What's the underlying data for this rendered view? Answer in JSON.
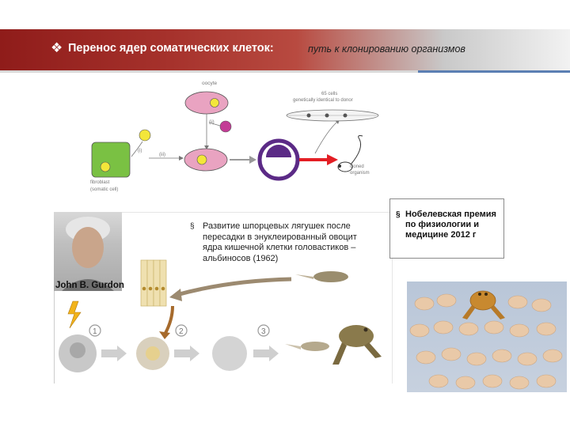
{
  "title": {
    "bullet_icon": "diamond-bullet-icon",
    "main": "Перенос ядер соматических клеток:",
    "sub": "путь к клонированию организмов"
  },
  "diagram": {
    "oocyte_label": "oocyte",
    "cells_label_1": "65 cells",
    "cells_label_2": "genetically identical to donor",
    "step_ii": "(ii)",
    "step_i": "(i)",
    "step_iii": "(iii)",
    "fibroblast_1": "fibroblast",
    "fibroblast_2": "(somatic cell)",
    "cloned_1": "cloned",
    "cloned_2": "organism"
  },
  "gurdon": {
    "photo_label": "John B. Gurdon",
    "bullet": "§",
    "text": "Развитие шпорцевых лягушек после пересадки в энуклеированный овоцит ядра кишечной клетки головастиков –альбиносов (1962)",
    "step1": "1",
    "step2": "2",
    "step3": "3"
  },
  "nobel": {
    "bullet": "§",
    "text": "Нобелевская премия по физиологии и медицине 2012 г"
  },
  "colors": {
    "title_red": "#8f1c1a",
    "accent_blue": "#5b7fb3",
    "oocyte_pink": "#e9a3c1",
    "fibroblast_green": "#7ac143",
    "nucleus_yellow": "#f3e63a",
    "arrow_red": "#e31e24",
    "embryo_purple": "#5b2a86"
  }
}
